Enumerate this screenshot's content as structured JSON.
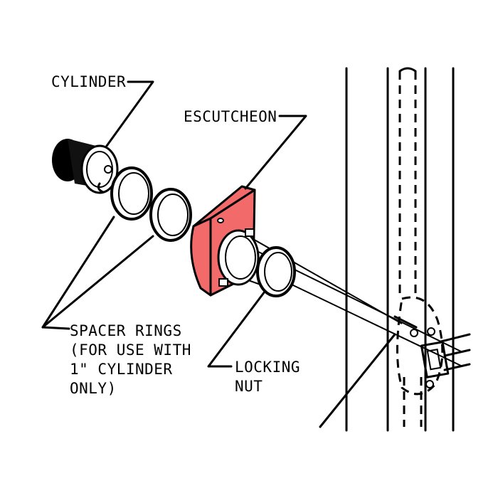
{
  "labels": {
    "cylinder": "CYLINDER",
    "escutcheon": "ESCUTCHEON",
    "spacer_rings": [
      "SPACER RINGS",
      "(FOR USE WITH",
      "1\" CYLINDER",
      "ONLY)"
    ],
    "locking_nut": [
      "LOCKING",
      "NUT"
    ]
  },
  "colors": {
    "escutcheon_fill": "#f26a6a",
    "line": "#000000"
  }
}
